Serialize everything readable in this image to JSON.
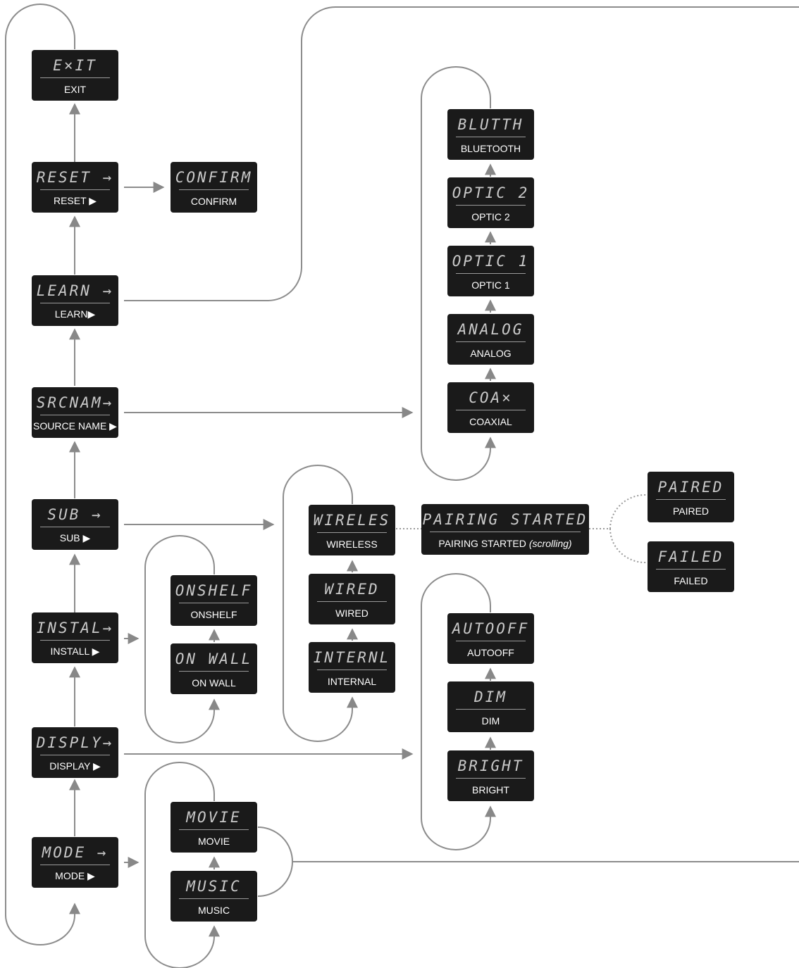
{
  "nodes": {
    "exit": {
      "lcd": "E×IT",
      "label": "EXIT"
    },
    "reset": {
      "lcd": "RESET →",
      "label": "RESET ▶"
    },
    "confirm": {
      "lcd": "CONFIRM",
      "label": "CONFIRM"
    },
    "learn": {
      "lcd": "LEARN →",
      "label": "LEARN▶"
    },
    "srcnam": {
      "lcd": "SRCNAM→",
      "label": "SOURCE NAME ▶"
    },
    "sub": {
      "lcd": "SUB →",
      "label": "SUB ▶"
    },
    "instal": {
      "lcd": "INSTAL→",
      "label": "INSTALL ▶"
    },
    "displa": {
      "lcd": "DISPLY→",
      "label": "DISPLAY ▶"
    },
    "mode": {
      "lcd": "MODE →",
      "label": "MODE ▶"
    },
    "bluetooth": {
      "lcd": "BLUTTH",
      "label": "BLUETOOTH"
    },
    "optic2": {
      "lcd": "OPTIC 2",
      "label": "OPTIC 2"
    },
    "optic1": {
      "lcd": "OPTIC 1",
      "label": "OPTIC 1"
    },
    "analog": {
      "lcd": "ANALOG",
      "label": "ANALOG"
    },
    "coax": {
      "lcd": "COA×",
      "label": "COAXIAL"
    },
    "onshelf": {
      "lcd": "ONSHELF",
      "label": "ONSHELF"
    },
    "onwall": {
      "lcd": "ON WALL",
      "label": "ON WALL"
    },
    "wireless": {
      "lcd": "WIRELES",
      "label": "WIRELESS"
    },
    "wired": {
      "lcd": "WIRED",
      "label": "WIRED"
    },
    "internal": {
      "lcd": "INTERNL",
      "label": "INTERNAL"
    },
    "pairing": {
      "lcd": "PAIRING STARTED",
      "label": "PAIRING STARTED",
      "label_note": "(scrolling)"
    },
    "paired": {
      "lcd": "PAIRED",
      "label": "PAIRED"
    },
    "failed": {
      "lcd": "FAILED",
      "label": "FAILED"
    },
    "autooff": {
      "lcd": "AUTOOFF",
      "label": "AUTOOFF"
    },
    "dim": {
      "lcd": "DIM",
      "label": "DIM"
    },
    "bright": {
      "lcd": "BRIGHT",
      "label": "BRIGHT"
    },
    "movie": {
      "lcd": "MOVIE",
      "label": "MOVIE"
    },
    "music": {
      "lcd": "MUSIC",
      "label": "MUSIC"
    }
  }
}
